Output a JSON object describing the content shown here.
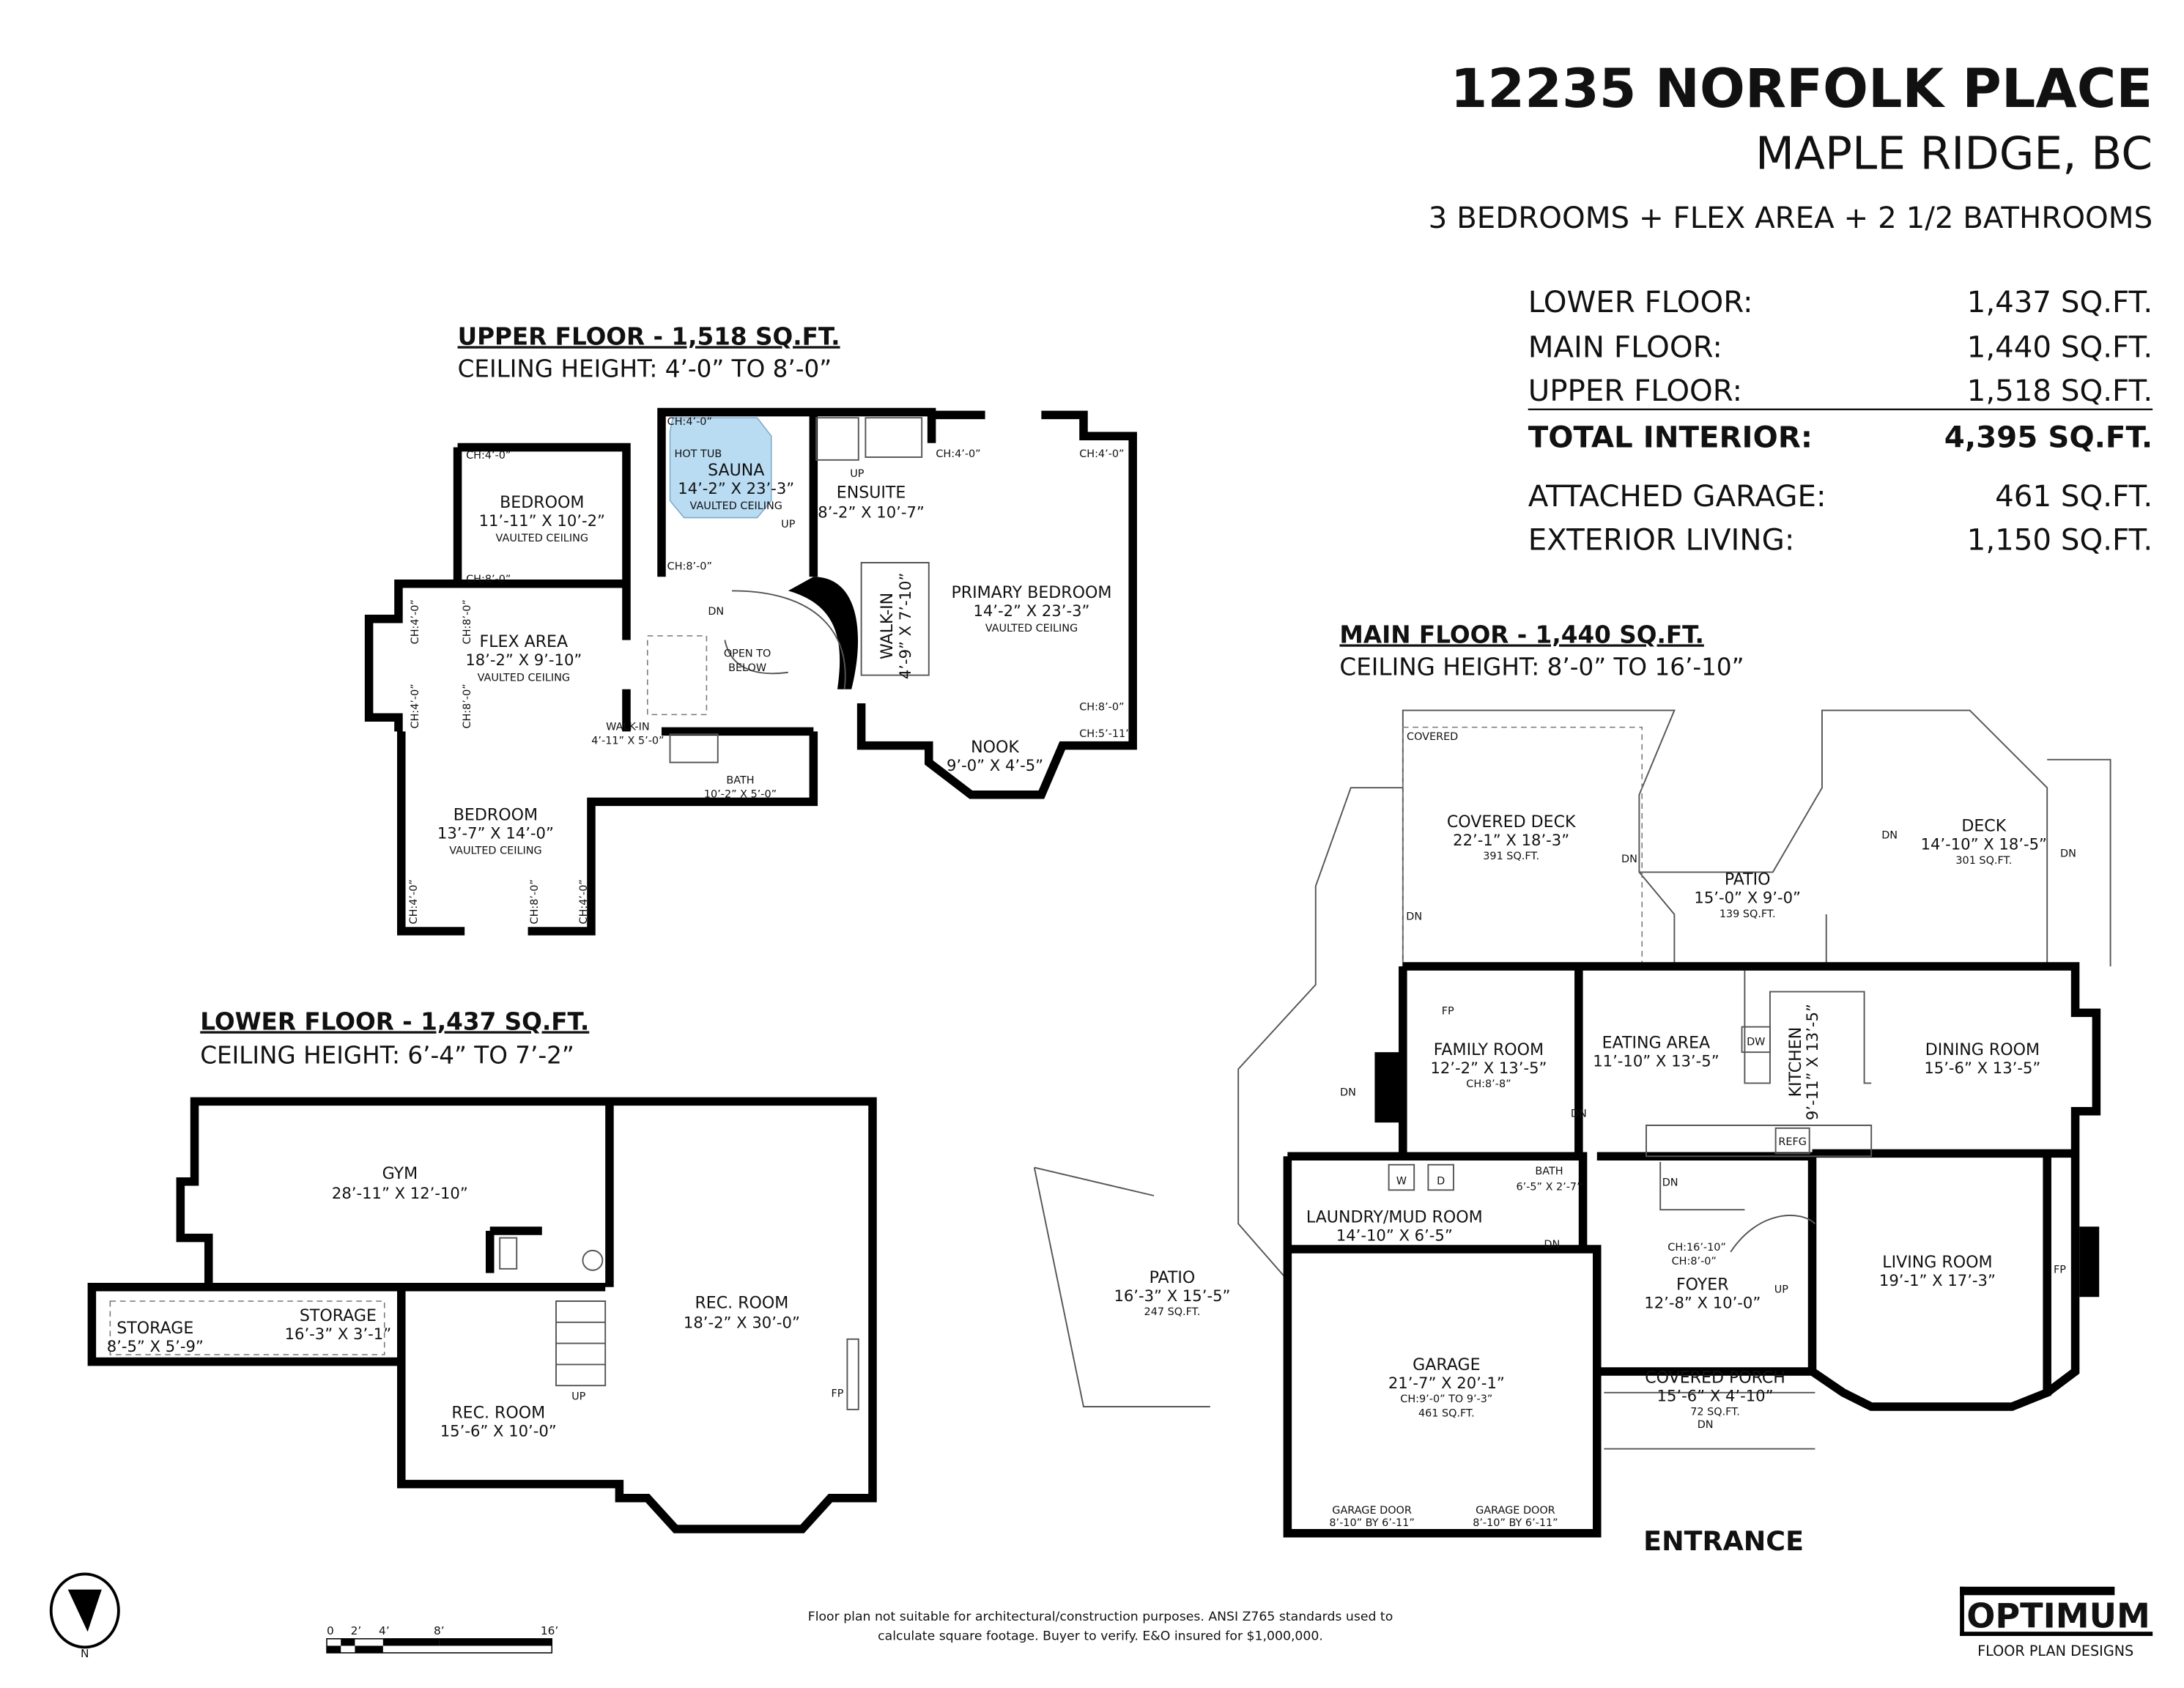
{
  "header": {
    "address": "12235 NORFOLK PLACE",
    "city": "MAPLE RIDGE, BC",
    "summary": "3 BEDROOMS + FLEX AREA + 2 1/2 BATHROOMS"
  },
  "areas": [
    {
      "label": "LOWER FLOOR:",
      "value": "1,437 SQ.FT."
    },
    {
      "label": "MAIN FLOOR:",
      "value": "1,440 SQ.FT."
    },
    {
      "label": "UPPER FLOOR:",
      "value": "1,518 SQ.FT."
    },
    {
      "label": "TOTAL INTERIOR:",
      "value": "4,395 SQ.FT."
    },
    {
      "label": "ATTACHED GARAGE:",
      "value": "461 SQ.FT."
    },
    {
      "label": "EXTERIOR LIVING:",
      "value": "1,150 SQ.FT."
    }
  ],
  "upper": {
    "heading": "UPPER FLOOR - 1,518 SQ.FT.",
    "ceiling": "CEILING HEIGHT: 4’-0” TO 8’-0”",
    "rooms": {
      "bedroom1": {
        "name": "BEDROOM",
        "dims": "11’-11” X 10’-2”",
        "note": "VAULTED CEILING"
      },
      "sauna": {
        "extra": "HOT TUB",
        "name": "SAUNA",
        "dims": "14’-2” X 23’-3”",
        "note": "VAULTED CEILING"
      },
      "ensuite": {
        "name": "ENSUITE",
        "dims": "8’-2” X 10’-7”"
      },
      "primary": {
        "name": "PRIMARY BEDROOM",
        "dims": "14’-2” X 23’-3”",
        "note": "VAULTED CEILING"
      },
      "walkin1": {
        "name": "WALK-IN",
        "dims": "4’-9” X 7’-10”"
      },
      "flex": {
        "name": "FLEX AREA",
        "dims": "18’-2” X 9’-10”",
        "note": "VAULTED CEILING"
      },
      "open": {
        "line1": "OPEN TO",
        "line2": "BELOW"
      },
      "walkin2": {
        "name": "WALK-IN",
        "dims": "4’-11” X 5’-0”"
      },
      "bath": {
        "name": "BATH",
        "dims": "10’-2” X 5’-0”"
      },
      "bedroom2": {
        "name": "BEDROOM",
        "dims": "13’-7” X 14’-0”",
        "note": "VAULTED CEILING"
      },
      "nook": {
        "name": "NOOK",
        "dims": "9’-0” X 4’-5”"
      }
    },
    "labels": {
      "dn": "DN",
      "up": "UP",
      "ch4": "CH:4’-0”",
      "ch8": "CH:8’-0”",
      "ch511": "CH:5’-11”"
    }
  },
  "main": {
    "heading": "MAIN FLOOR - 1,440 SQ.FT.",
    "ceiling": "CEILING HEIGHT: 8’-0” TO 16’-10”",
    "rooms": {
      "covered_deck": {
        "tag": "COVERED",
        "name": "COVERED DECK",
        "dims": "22’-1” X 18’-3”",
        "area": "391 SQ.FT."
      },
      "patio_rear": {
        "name": "PATIO",
        "dims": "15’-0” X 9’-0”",
        "area": "139 SQ.FT."
      },
      "deck": {
        "name": "DECK",
        "dims": "14’-10” X 18’-5”",
        "area": "301 SQ.FT."
      },
      "family": {
        "name": "FAMILY ROOM",
        "dims": "12’-2” X 13’-5”",
        "ch": "CH:8’-8”"
      },
      "eating": {
        "name": "EATING AREA",
        "dims": "11’-10” X 13’-5”"
      },
      "kitchen": {
        "name": "KITCHEN",
        "dims": "9’-11” X 13’-5”"
      },
      "dining": {
        "name": "DINING ROOM",
        "dims": "15’-6” X 13’-5”"
      },
      "bath": {
        "name": "BATH",
        "dims": "6’-5” X 2’-7”"
      },
      "laundry": {
        "name": "LAUNDRY/MUD ROOM",
        "dims": "14’-10” X 6’-5”"
      },
      "foyer": {
        "name": "FOYER",
        "dims": "12’-8” X 10’-0”",
        "ch1": "CH:16’-10”",
        "ch2": "CH:8’-0”"
      },
      "living": {
        "name": "LIVING ROOM",
        "dims": "19’-1” X 17’-3”"
      },
      "garage": {
        "name": "GARAGE",
        "dims": "21’-7” X 20’-1”",
        "ch": "CH:9’-0” TO 9’-3”",
        "area": "461 SQ.FT."
      },
      "porch": {
        "name": "COVERED PORCH",
        "dims": "15’-6” X 4’-10”",
        "area": "72 SQ.FT."
      },
      "patio_side": {
        "name": "PATIO",
        "dims": "16’-3” X 15’-5”",
        "area": "247 SQ.FT."
      }
    },
    "garage_door": {
      "name": "GARAGE DOOR",
      "dims": "8’-10” BY 6’-11”"
    },
    "labels": {
      "dn": "DN",
      "up": "UP",
      "fp": "FP",
      "dw": "DW",
      "refg": "REFG",
      "washer": "W",
      "dryer": "D"
    },
    "entrance": "ENTRANCE"
  },
  "lower": {
    "heading": "LOWER FLOOR - 1,437 SQ.FT.",
    "ceiling": "CEILING HEIGHT: 6’-4” TO 7’-2”",
    "rooms": {
      "gym": {
        "name": "GYM",
        "dims": "28’-11” X 12’-10”"
      },
      "storage1": {
        "name": "STORAGE",
        "dims": "16’-3” X 3’-1”"
      },
      "storage2": {
        "name": "STORAGE",
        "dims": "8’-5” X 5’-9”"
      },
      "rec1": {
        "name": "REC. ROOM",
        "dims": "18’-2” X 30’-0”"
      },
      "rec2": {
        "name": "REC. ROOM",
        "dims": "15’-6” X 10’-0”"
      }
    },
    "labels": {
      "up": "UP",
      "fp": "FP"
    }
  },
  "footer": {
    "north": "N",
    "scale_ticks": [
      "0",
      "2’",
      "4’",
      "8’",
      "16’"
    ],
    "disclaimer1": "Floor plan not suitable for architectural/construction purposes. ANSI Z765 standards used to",
    "disclaimer2": "calculate square footage. Buyer to verify. E&O insured for $1,000,000.",
    "logo_main": "OPTIMUM",
    "logo_sub": "FLOOR PLAN DESIGNS"
  },
  "colors": {
    "ink": "#000000",
    "hot_tub": "#b9dcf3",
    "background": "#ffffff"
  }
}
